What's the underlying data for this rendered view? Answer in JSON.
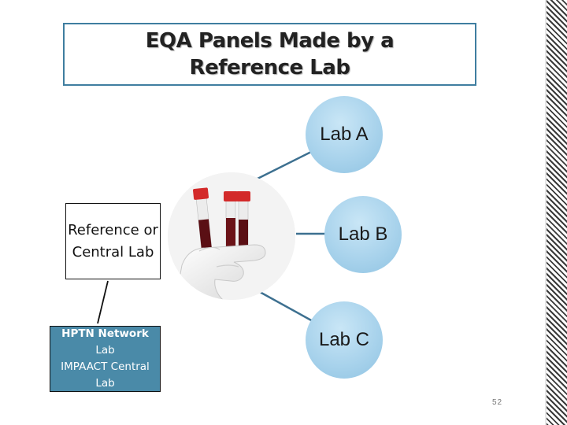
{
  "title": {
    "line1": "EQA Panels Made by a",
    "line2": "Reference Lab"
  },
  "labs": {
    "a": "Lab A",
    "b": "Lab B",
    "c": "Lab C"
  },
  "reference_box": "Reference or Central Lab",
  "network_box": {
    "line1": "HPTN Network",
    "line2": "Lab",
    "line3": "IMPAACT Central",
    "line4": "Lab"
  },
  "page_number": "52",
  "colors": {
    "title_border": "#3f7ea0",
    "circle_fill": "#a9d3ec",
    "connector": "#3d7090",
    "network_box_fill": "#4a8aa8",
    "tube_cap": "#d32a2a",
    "blood": "#5a0f14"
  },
  "icons": {
    "photo": "blood-sample-tubes-in-gloved-hand"
  }
}
